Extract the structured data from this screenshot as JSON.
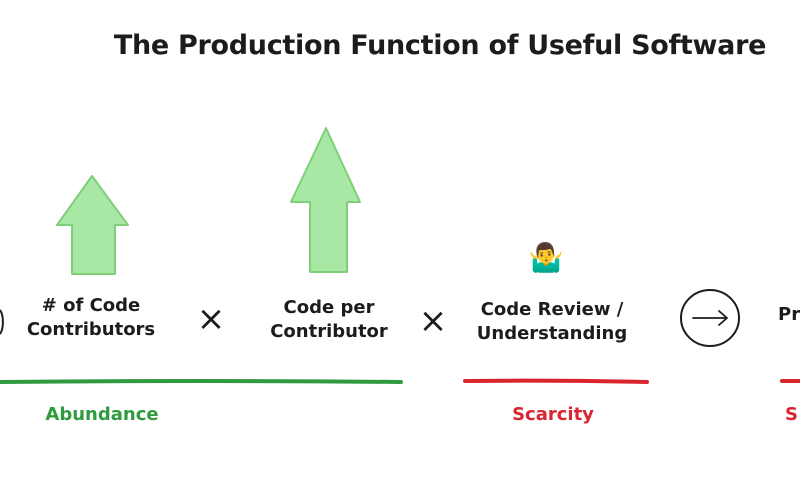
{
  "title": "The Production Function of Useful Software",
  "terms": [
    {
      "line1": "# of Code",
      "line2": "Contributors"
    },
    {
      "line1": "Code per",
      "line2": "Contributor"
    },
    {
      "line1": "Code Review /",
      "line2": "Understanding"
    },
    {
      "line1": "Pr",
      "line2": ""
    }
  ],
  "operators": {
    "times1": "×",
    "times2": "×"
  },
  "reaction_emoji": "🤷‍♂️",
  "labels": {
    "abundance": "Abundance",
    "scarcity": "Scarcity",
    "cut_off": "S"
  },
  "colors": {
    "arrow_fill": "#a9e8a4",
    "arrow_stroke": "#7fcf7a",
    "abundance": "#2e9b3e",
    "scarcity": "#d9252f",
    "ink": "#1c1c1c"
  }
}
